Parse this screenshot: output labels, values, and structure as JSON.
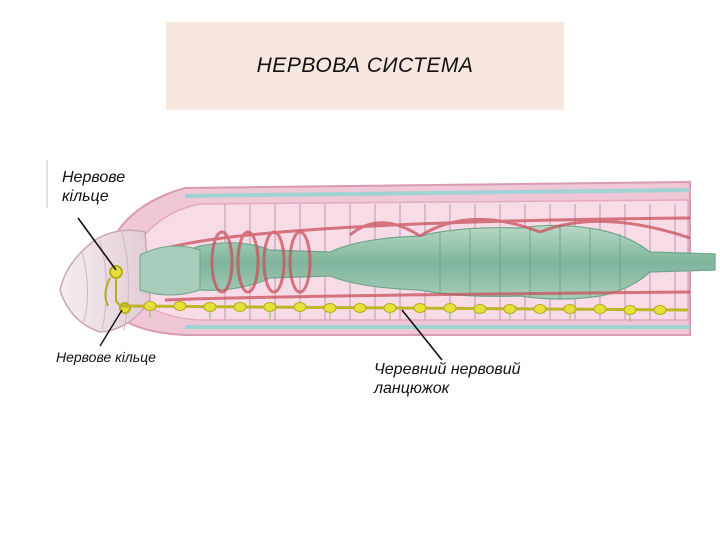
{
  "title": "НЕРВОВА  СИСТЕМА",
  "labels": {
    "nerve_ring_top": "Нервове кільце",
    "nerve_ring_bottom": "Нервове кільце",
    "ventral_chain": "Черевний нервовий ланцюжок"
  },
  "colors": {
    "title_bg": "#f6e7df",
    "body_pink": "#e9a9c3",
    "gut_green": "#8fbfa8",
    "vessel_red": "#c9505c",
    "nerve_yellow": "#e6e03a"
  }
}
